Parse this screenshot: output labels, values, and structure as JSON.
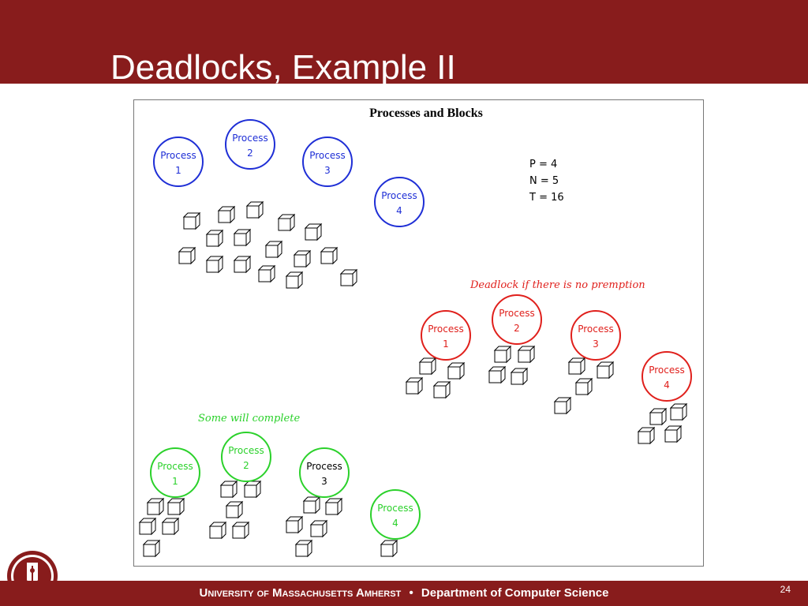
{
  "slide": {
    "title": "Deadlocks, Example II",
    "page_number": "24"
  },
  "footer": {
    "university": "University of Massachusetts Amherst",
    "bullet": "•",
    "department": "Department of Computer Science"
  },
  "figure": {
    "title": "Processes and Blocks",
    "params": [
      "P = 4",
      "N = 5",
      "T = 16"
    ],
    "process_word": "Process",
    "groups": [
      {
        "id": "initial",
        "color": "#1f2fd6",
        "caption": "",
        "processes": [
          {
            "label": "1",
            "text_color": "#1f2fd6"
          },
          {
            "label": "2",
            "text_color": "#1f2fd6"
          },
          {
            "label": "3",
            "text_color": "#1f2fd6"
          },
          {
            "label": "4",
            "text_color": "#1f2fd6"
          }
        ]
      },
      {
        "id": "deadlock",
        "color": "#e0201c",
        "caption": "Deadlock if there is no premption",
        "processes": [
          {
            "label": "1",
            "text_color": "#e0201c"
          },
          {
            "label": "2",
            "text_color": "#e0201c"
          },
          {
            "label": "3",
            "text_color": "#e0201c"
          },
          {
            "label": "4",
            "text_color": "#e0201c"
          }
        ]
      },
      {
        "id": "complete",
        "color": "#2bd12b",
        "caption": "Some will complete",
        "processes": [
          {
            "label": "1",
            "text_color": "#2bd12b"
          },
          {
            "label": "2",
            "text_color": "#2bd12b"
          },
          {
            "label": "3",
            "text_color": "#000000"
          },
          {
            "label": "4",
            "text_color": "#2bd12b"
          }
        ]
      }
    ],
    "colors": {
      "brand": "#881c1c",
      "block_stroke": "#000000",
      "param_text": "#000000"
    }
  }
}
